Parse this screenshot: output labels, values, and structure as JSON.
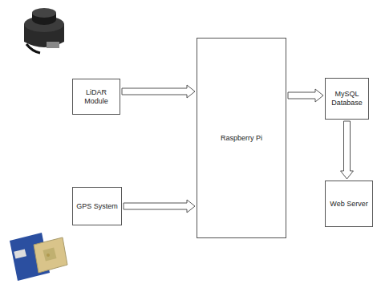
{
  "diagram": {
    "nodes": [
      {
        "text": [
          "LiDAR Module"
        ]
      },
      {
        "text": [
          "GPS System"
        ]
      },
      {
        "text": [
          "Raspberry Pi"
        ]
      },
      {
        "text": [
          "MySQL Database"
        ]
      },
      {
        "text": [
          "Web Server"
        ]
      }
    ],
    "edges": [
      {
        "from": 0,
        "to": 2,
        "arrow": "to"
      },
      {
        "from": 1,
        "to": 2,
        "arrow": "to"
      },
      {
        "from": 2,
        "to": 3,
        "arrow": "to"
      },
      {
        "from": 3,
        "to": 4,
        "arrow": "to"
      }
    ]
  }
}
